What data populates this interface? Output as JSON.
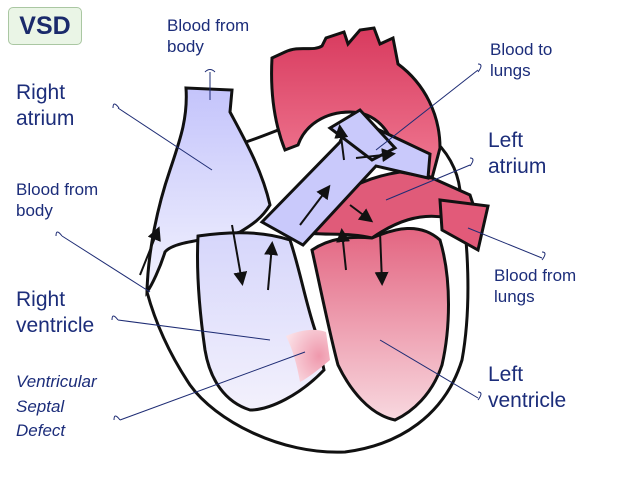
{
  "badge": "VSD",
  "labels": {
    "blood_from_body_top": [
      "Blood from",
      "body"
    ],
    "blood_to_lungs": [
      "Blood to",
      "lungs"
    ],
    "right_atrium": [
      "Right",
      "atrium"
    ],
    "left_atrium": [
      "Left",
      "atrium"
    ],
    "blood_from_body_left": [
      "Blood from",
      "body"
    ],
    "blood_from_lungs": [
      "Blood from",
      "lungs"
    ],
    "right_ventricle": [
      "Right",
      "ventricle"
    ],
    "left_ventricle": [
      "Left",
      "ventricle"
    ],
    "vsd": [
      "Ventricular",
      "Septal",
      "Defect"
    ]
  },
  "colors": {
    "label_text": "#1c2d7a",
    "deoxygenated": "#ccccff",
    "oxygenated": "#dd3d60",
    "defect": "#f3b0c1",
    "badge_bg": "#eaf5e6"
  }
}
